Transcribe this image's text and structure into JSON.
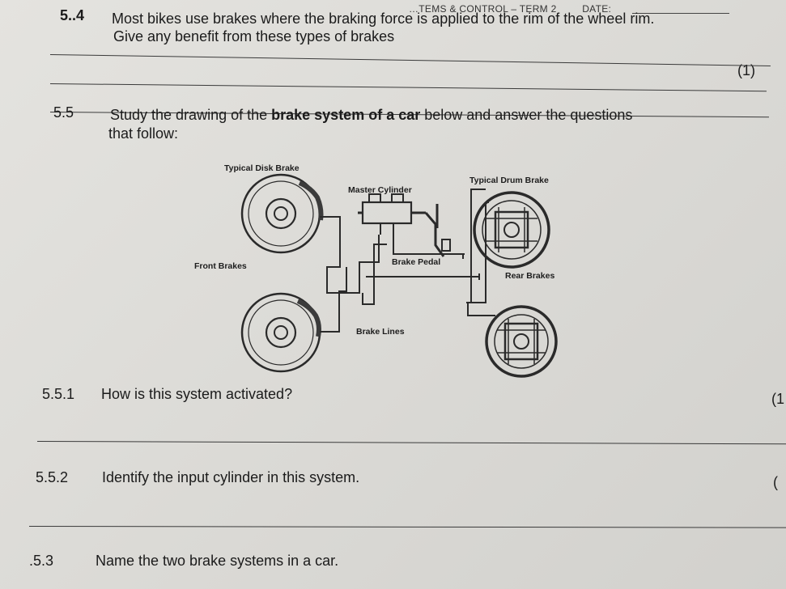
{
  "header": {
    "text": "…TEMS & CONTROL – TERM 2",
    "date_label": "DATE:"
  },
  "q5_4": {
    "num": "5..4",
    "line1": "Most bikes use brakes where the braking force is applied to the rim of the wheel rim.",
    "line2": "Give any benefit from these types of brakes",
    "mark": "(1)"
  },
  "q5_5": {
    "num": "5.5",
    "line1_a": "Study the drawing of the ",
    "line1_bold": "brake system of a car",
    "line1_b": " below and answer the questions",
    "line2": "that follow:"
  },
  "diagram": {
    "disk_title": "Typical Disk Brake",
    "master": "Master Cylinder",
    "drum_title": "Typical Drum Brake",
    "pedal": "Brake Pedal",
    "front": "Front Brakes",
    "rear": "Rear Brakes",
    "lines": "Brake Lines"
  },
  "q5_5_1": {
    "num": "5.5.1",
    "text": "How is this system activated?",
    "mark": "(1"
  },
  "q5_5_2": {
    "num": "5.5.2",
    "text": "Identify the input cylinder in this system.",
    "mark": "("
  },
  "q5_5_3": {
    "num": ".5.3",
    "text": "Name the two brake systems in a car."
  }
}
